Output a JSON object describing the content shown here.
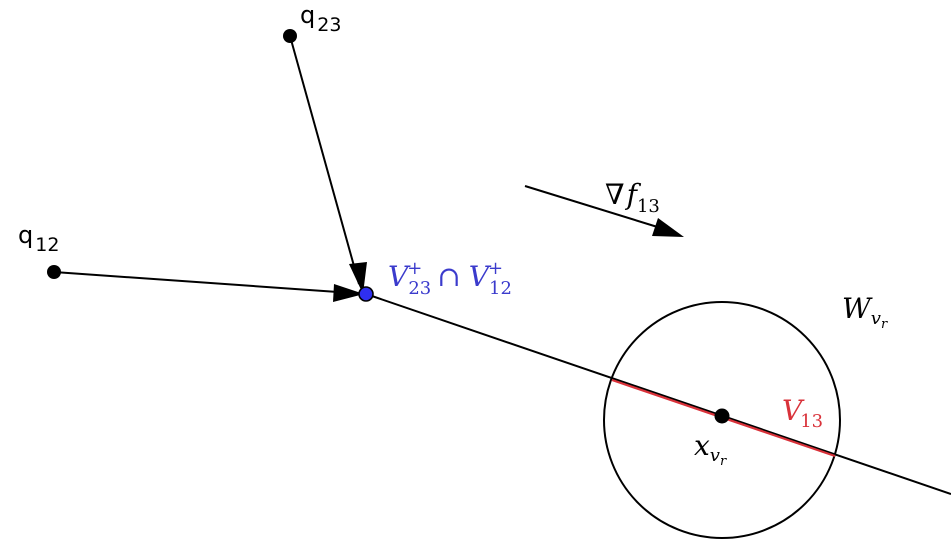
{
  "labels": {
    "q23": {
      "base": "q",
      "sub": "23"
    },
    "q12": {
      "base": "q",
      "sub": "12"
    },
    "gradient": {
      "nabla": "∇",
      "base": "f",
      "sub": "13"
    },
    "intersection": {
      "a_base": "V",
      "a_sup": "+",
      "a_sub": "23",
      "op": "∩",
      "b_base": "V",
      "b_sup": "+",
      "b_sub": "12"
    },
    "w": {
      "base": "W",
      "sub": "v",
      "subsub": "r"
    },
    "v13": {
      "base": "V",
      "sub": "13"
    },
    "x": {
      "base": "x",
      "sub": "v",
      "subsub": "r"
    }
  },
  "colors": {
    "ink": "#000000",
    "blue": "#3b3bcc",
    "blue_fill": "#2f2ff0",
    "red": "#d9323a"
  }
}
